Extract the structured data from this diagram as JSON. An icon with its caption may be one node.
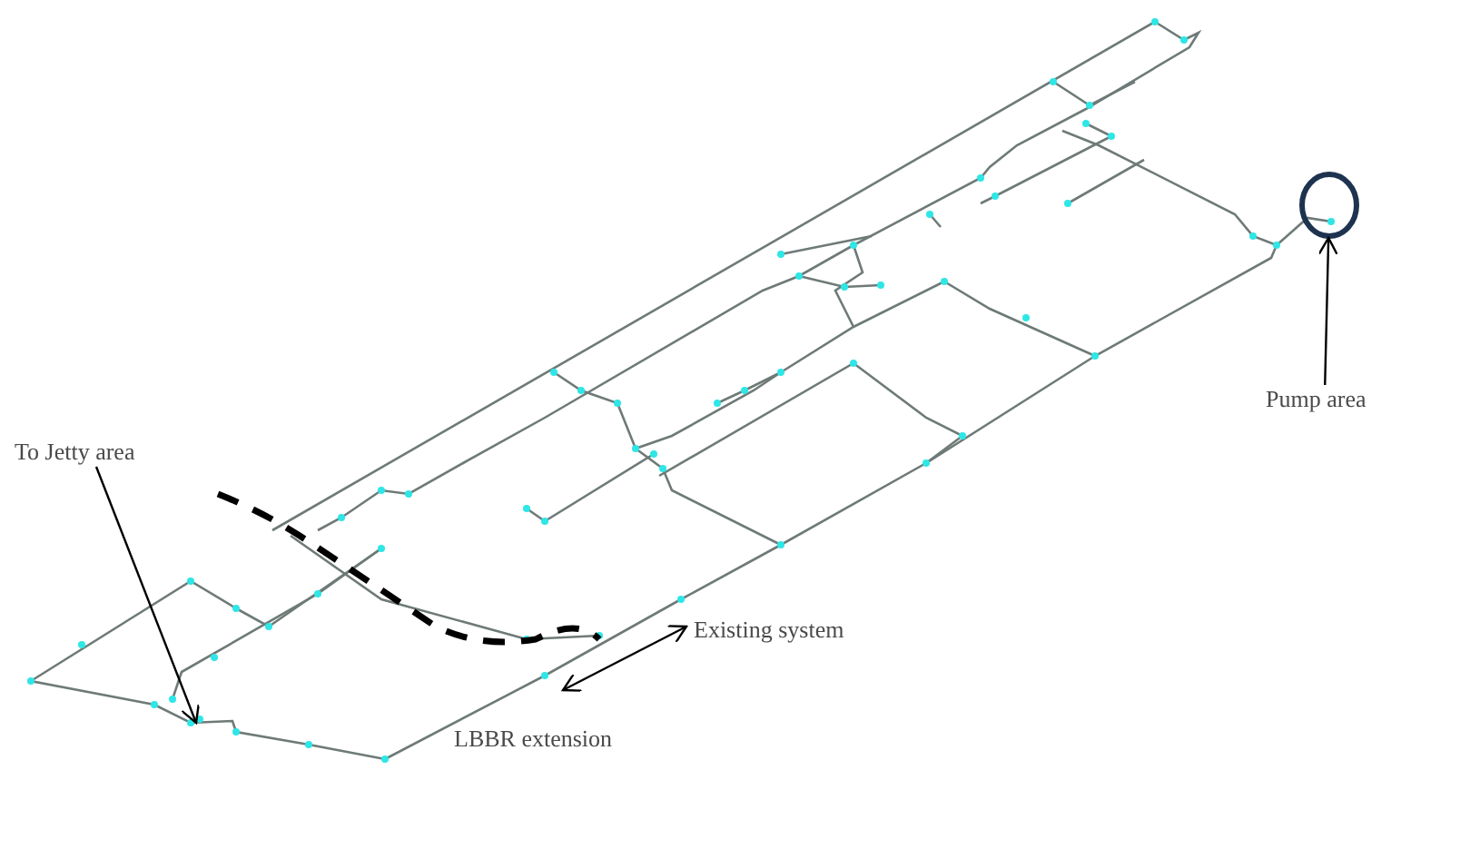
{
  "diagram": {
    "nodes": [
      {
        "text": [
          "To Jetty area"
        ]
      },
      {
        "text": [
          "Pump area"
        ]
      },
      {
        "text": [],
        "shape": "circle"
      }
    ],
    "edges": [
      {
        "from": 0,
        "to": null,
        "arrow": "to"
      },
      {
        "from": 1,
        "to": 2,
        "arrow": "to"
      }
    ],
    "labels": [
      "Existing system",
      "LBBR extension"
    ]
  }
}
